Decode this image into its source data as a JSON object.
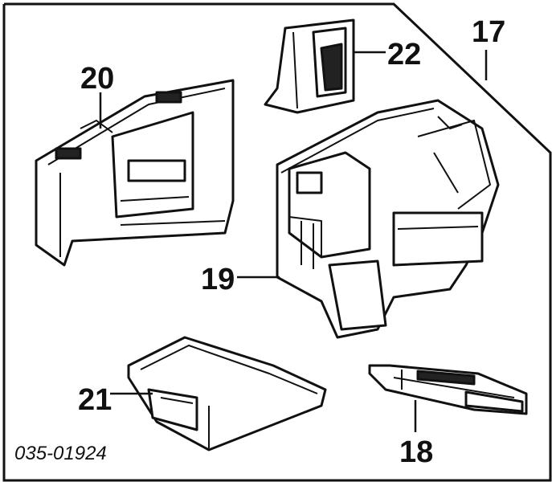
{
  "diagram": {
    "drawing_code": "035-01924",
    "callouts": [
      {
        "id": "17",
        "text": "17"
      },
      {
        "id": "18",
        "text": "18"
      },
      {
        "id": "19",
        "text": "19"
      },
      {
        "id": "20",
        "text": "20"
      },
      {
        "id": "21",
        "text": "21"
      },
      {
        "id": "22",
        "text": "22"
      }
    ]
  }
}
